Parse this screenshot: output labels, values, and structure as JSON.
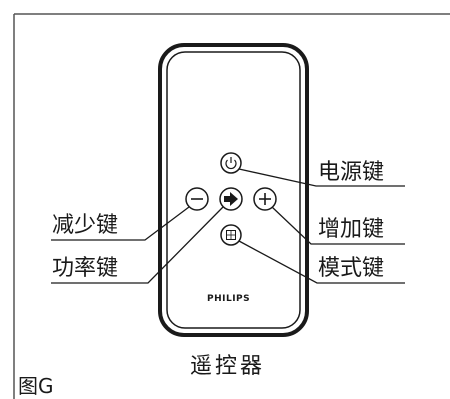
{
  "figure": {
    "label": "图G"
  },
  "remote": {
    "name": "遥控器",
    "brand": "PHILIPS"
  },
  "callouts": {
    "power": "电源键",
    "plus": "增加键",
    "mode": "模式键",
    "minus": "减少键",
    "wattage": "功率键"
  },
  "buttons": {
    "power": {
      "icon": "power-icon"
    },
    "minus": {
      "icon": "minus-icon"
    },
    "enter": {
      "icon": "arrow-right-icon"
    },
    "plus": {
      "icon": "plus-icon"
    },
    "mode": {
      "icon": "mode-grid-icon"
    }
  },
  "colors": {
    "line": "#1a1a1a",
    "border": "#555555"
  }
}
